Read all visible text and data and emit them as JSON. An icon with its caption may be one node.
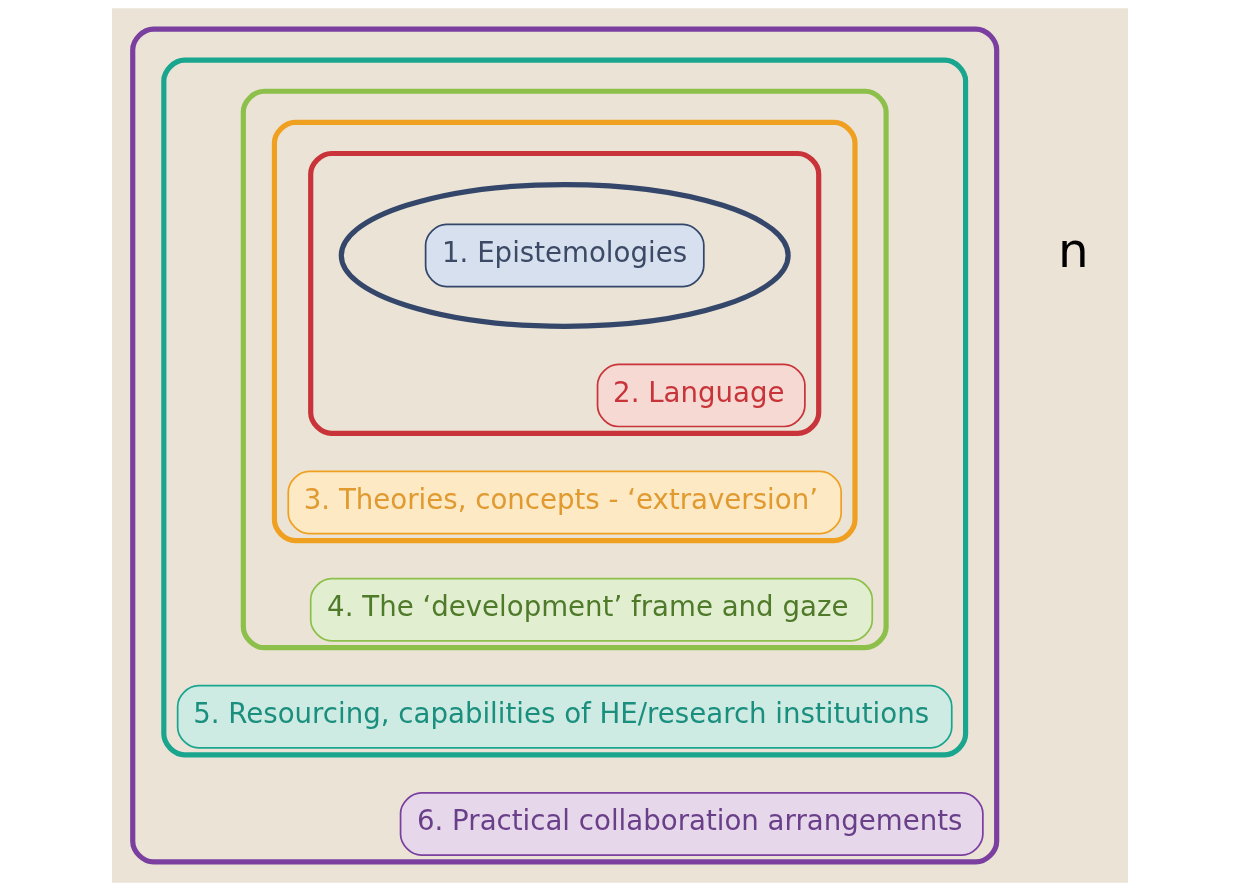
{
  "diagram": {
    "nodes": [
      {
        "text": [
          "6. Practical collaboration arrangements"
        ]
      },
      {
        "text": [
          "5. Resourcing, capabilities of HE/research institutions"
        ],
        "in": 0
      },
      {
        "text": [
          "4. The ‘development’ frame and gaze"
        ],
        "in": 1
      },
      {
        "text": [
          "3. Theories, concepts - ‘extraversion’"
        ],
        "in": 2
      },
      {
        "text": [
          "2. Language"
        ],
        "in": 3
      },
      {
        "text": [
          "1. Epistemologies"
        ],
        "in": 4
      }
    ],
    "edges": [],
    "labels": [
      "n"
    ]
  }
}
